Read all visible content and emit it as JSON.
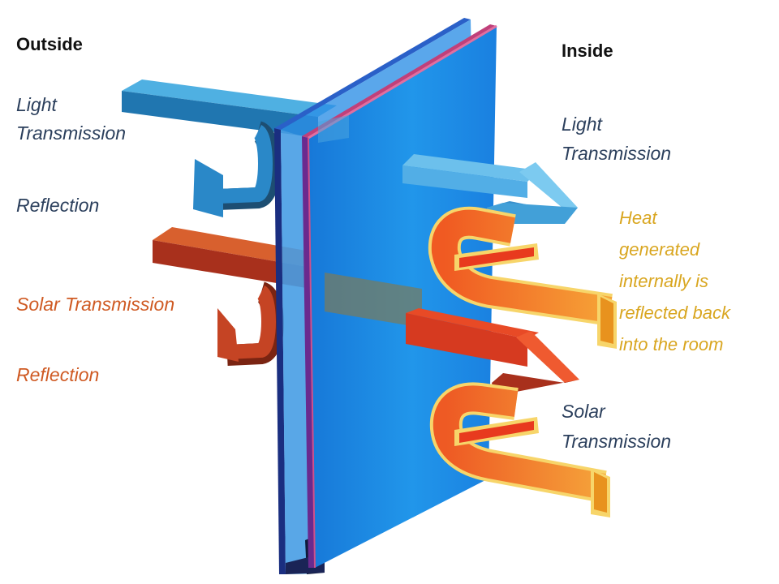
{
  "labels": {
    "outside": "Outside",
    "inside": "Inside",
    "outside_light_1": "Light",
    "outside_light_2": "Transmission",
    "outside_light_reflection": "Reflection",
    "outside_solar": "Solar Transmission",
    "outside_solar_reflection": "Reflection",
    "inside_light_1": "Light",
    "inside_light_2": "Transmission",
    "heat": [
      "Heat",
      "generated",
      "internally is",
      "reflected back",
      "into the room"
    ],
    "inside_solar_1": "Solar",
    "inside_solar_2": "Transmission"
  },
  "colors": {
    "glass": "#1e8ee0",
    "glass_edge": "#1a3d9e",
    "light_arrow": "#2a88c8",
    "solar_arrow": "#b83a1e",
    "heat_arrow": "#f08a2a",
    "heat_outline": "#f7d56a",
    "outside_solar_text": "#cf5a23",
    "heat_text": "#d9a620"
  },
  "icons": {
    "light_transmission": "arrow-right",
    "light_reflection": "u-turn-arrow",
    "solar_transmission": "arrow-right",
    "solar_reflection": "u-turn-arrow",
    "heat_reflection": "u-turn-arrow"
  }
}
